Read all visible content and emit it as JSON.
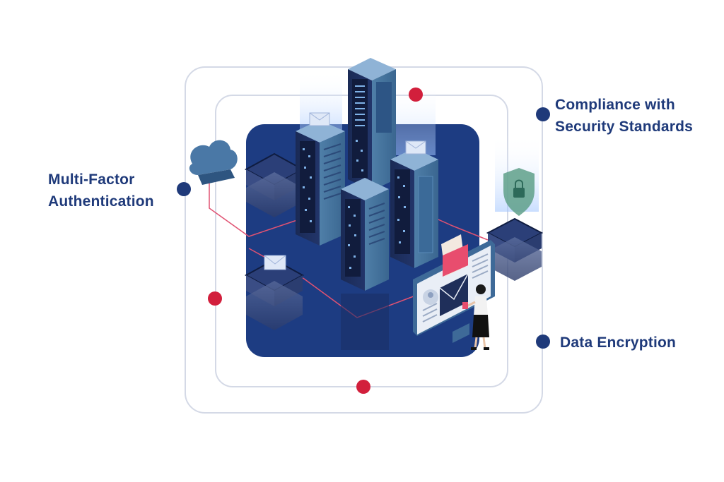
{
  "labels": {
    "mfa": {
      "line1": "Multi-Factor",
      "line2": "Authentication"
    },
    "compliance": {
      "line1": "Compliance with",
      "line2": "Security Standards"
    },
    "encryption": {
      "line1": "Data Encryption"
    }
  },
  "colors": {
    "label_text": "#1f3a7a",
    "label_dot": "#1f3a7a",
    "accent_dot": "#d21f3c",
    "frame_line": "#d4d9e6",
    "panel": "#1d3c82",
    "connector": "#e05272"
  },
  "icons": [
    "cloud-icon",
    "shield-lock-icon",
    "envelope-icon",
    "user-icon",
    "server-tower-icon"
  ]
}
